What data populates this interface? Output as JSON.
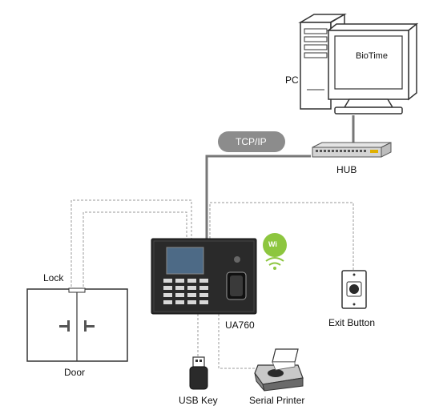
{
  "labels": {
    "pc": "PC",
    "monitor_app": "BioTime",
    "protocol": "TCP/IP",
    "hub": "HUB",
    "lock": "Lock",
    "door": "Door",
    "device": "UA760",
    "exit_button": "Exit Button",
    "usb_key": "USB Key",
    "serial_printer": "Serial Printer",
    "wifi": "Wi"
  },
  "colors": {
    "line": "#555555",
    "dotted": "#9a9a9a",
    "tcp_badge": "#8c8c8c",
    "wifi_green": "#8dc63f",
    "device_body": "#2a2a2a",
    "screen": "#4d6a86"
  }
}
